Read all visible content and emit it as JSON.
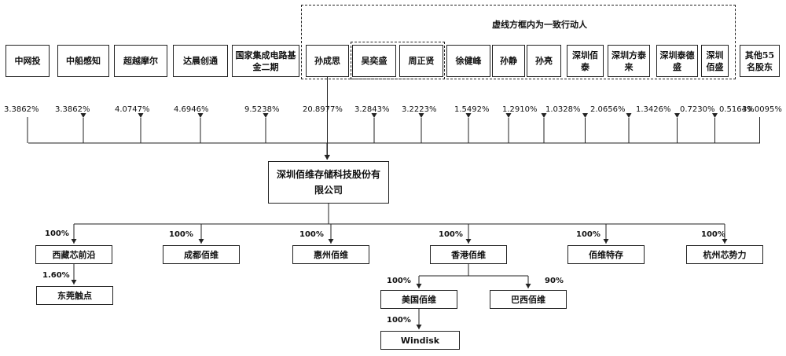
{
  "note": "虚线方框内为一致行动人",
  "shareholders": [
    {
      "name": "中网投",
      "pct": "3.3862%"
    },
    {
      "name": "中船感知",
      "pct": "3.3862%"
    },
    {
      "name": "超越摩尔",
      "pct": "4.0747%"
    },
    {
      "name": "达晨创通",
      "pct": "4.6946%"
    },
    {
      "name": "国家集成电路基金二期",
      "pct": "9.5238%"
    },
    {
      "name": "孙成思",
      "pct": "20.8977%"
    },
    {
      "name": "吴奕盛",
      "pct": "3.2843%"
    },
    {
      "name": "周正贤",
      "pct": "3.2223%"
    },
    {
      "name": "徐健峰",
      "pct": "1.5492%"
    },
    {
      "name": "孙静",
      "pct": "1.2910%"
    },
    {
      "name": "孙亮",
      "pct": "1.0328%"
    },
    {
      "name": "深圳佰泰",
      "pct": "2.0656%"
    },
    {
      "name": "深圳方泰来",
      "pct": "1.3426%"
    },
    {
      "name": "深圳泰德盛",
      "pct": "0.7230%"
    },
    {
      "name": "深圳佰盛",
      "pct": "0.5164%"
    },
    {
      "name": "其他55名股东",
      "pct": "39.0095%"
    }
  ],
  "company": "深圳佰维存储科技股份有限公司",
  "subsidiaries": [
    {
      "name": "西藏芯前沿",
      "pct": "100%"
    },
    {
      "name": "成都佰维",
      "pct": "100%"
    },
    {
      "name": "惠州佰维",
      "pct": "100%"
    },
    {
      "name": "香港佰维",
      "pct": "100%"
    },
    {
      "name": "佰维特存",
      "pct": "100%"
    },
    {
      "name": "杭州芯势力",
      "pct": "100%"
    }
  ],
  "sub_level2": {
    "dongguan": {
      "name": "东莞触点",
      "pct": "1.60%"
    },
    "usa": {
      "name": "美国佰维",
      "pct": "100%"
    },
    "brazil": {
      "name": "巴西佰维",
      "pct": "90%"
    },
    "windisk": {
      "name": "Windisk",
      "pct": "100%"
    }
  }
}
